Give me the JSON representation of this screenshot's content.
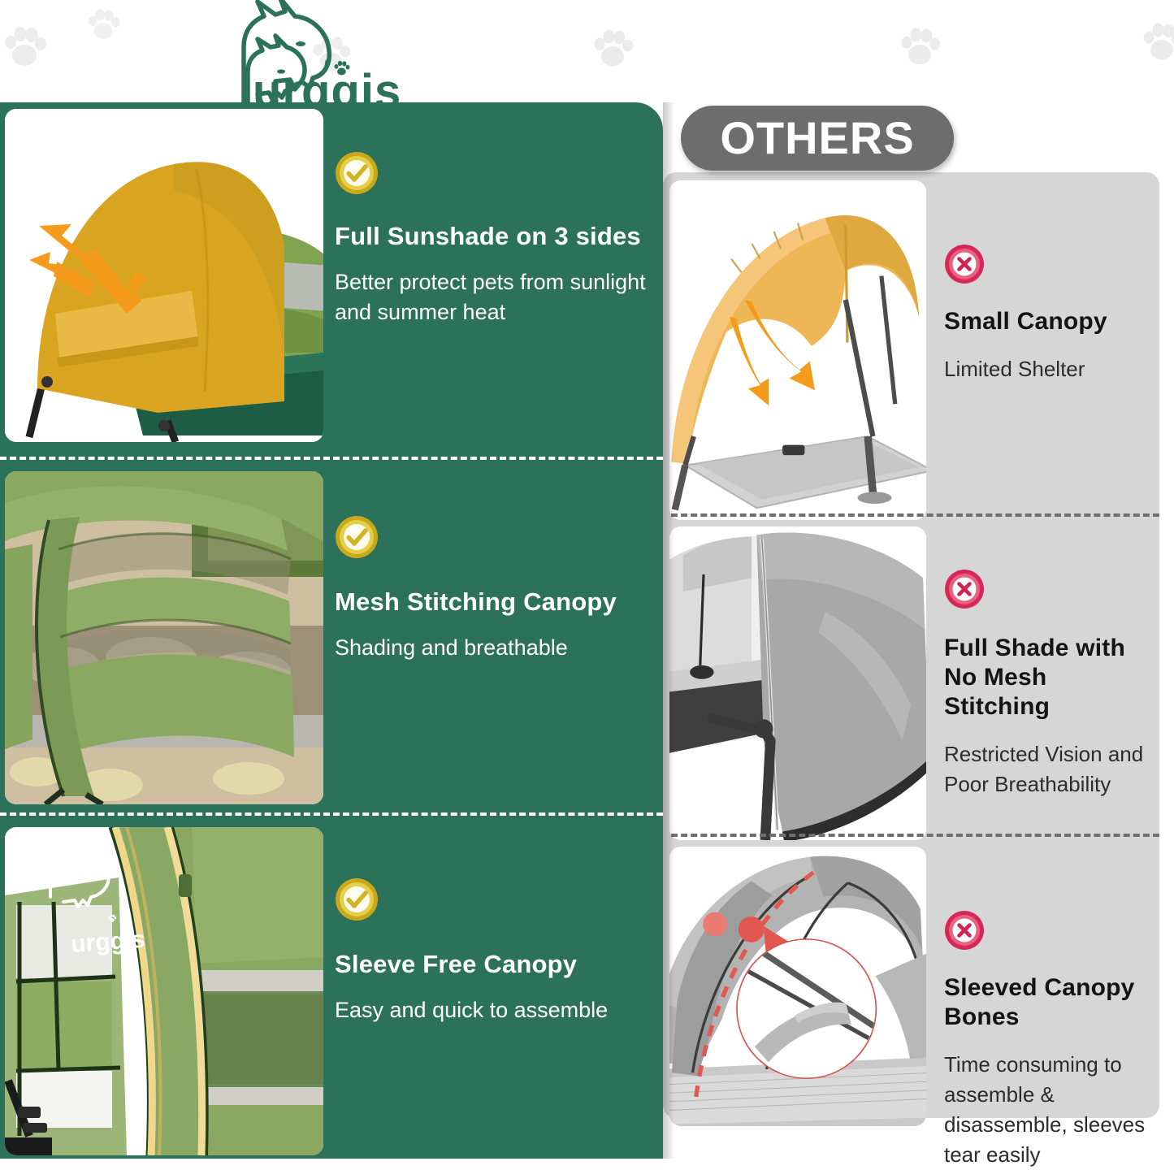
{
  "brand": {
    "name": "urggis",
    "logo_icon": "dog-cat-head-logo"
  },
  "header": {
    "others_label": "OTHERS"
  },
  "colors": {
    "brand_green": "#2c7159",
    "others_gray": "#6d6d6d",
    "panel_gray": "#d6d6d6",
    "check_gold": "#c9a81c",
    "x_crimson": "#d6275a",
    "accent_orange": "#f59b1c",
    "canopy_yellow": "#d9a520"
  },
  "ours": {
    "check_icon": "check-circle-icon",
    "rows": [
      {
        "title": "Full Sunshade on 3 sides",
        "subtitle": "Better protect pets from sunlight and summer heat",
        "image_alt": "yellow-canopy-pet-cot-with-sun-reflect-arrows"
      },
      {
        "title": "Mesh Stitching Canopy",
        "subtitle": "Shading and breathable",
        "image_alt": "green-canopy-with-transparent-mesh-band"
      },
      {
        "title": "Sleeve Free Canopy",
        "subtitle": "Easy and quick to assemble",
        "image_alt": "green-canopy-with-urggis-logo-and-gold-pole"
      }
    ]
  },
  "others": {
    "x_icon": "x-circle-icon",
    "rows": [
      {
        "title": "Small Canopy",
        "subtitle": "Limited Shelter",
        "image_alt": "small-tan-arched-canopy-with-sun-entering-arrows"
      },
      {
        "title": "Full Shade with\nNo Mesh Stitching",
        "title_line1": "Full Shade with",
        "title_line2": "No Mesh Stitching",
        "subtitle": "Restricted Vision and Poor Breathability",
        "image_alt": "solid-gray-canopy-no-mesh"
      },
      {
        "title": "Sleeved Canopy Bones",
        "title_line1": "Sleeved Canopy",
        "title_line2": "Bones",
        "subtitle": "Time consuming to assemble & disassemble, sleeves tear easily",
        "image_alt": "gray-canopy-with-red-dashed-sleeve-and-zoom-detail"
      }
    ]
  }
}
